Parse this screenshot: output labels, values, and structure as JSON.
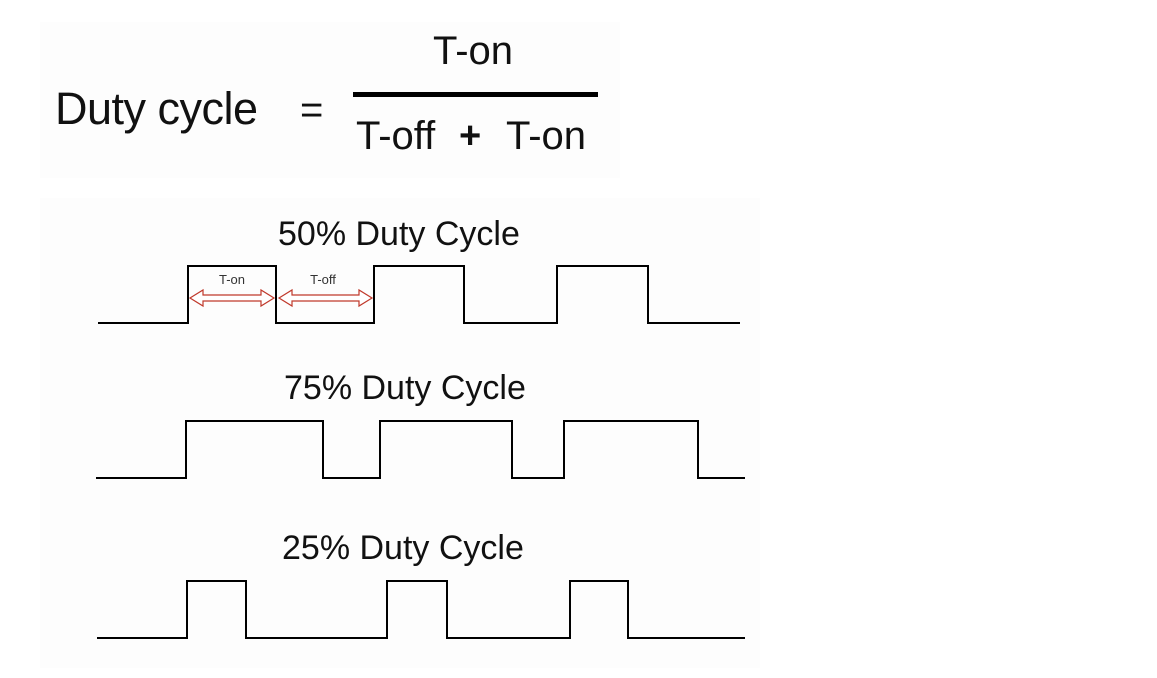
{
  "formula": {
    "lhs": "Duty cycle",
    "equals": "=",
    "numerator": "T-on",
    "denominator_left": "T-off",
    "denominator_op": "+",
    "denominator_right": "T-on"
  },
  "waveforms": [
    {
      "title": "50% Duty Cycle",
      "duty_percent": 50,
      "annotations": {
        "t_on_label": "T-on",
        "t_off_label": "T-off"
      }
    },
    {
      "title": "75% Duty Cycle",
      "duty_percent": 75
    },
    {
      "title": "25% Duty Cycle",
      "duty_percent": 25
    }
  ],
  "colors": {
    "signal": "#000000",
    "annotation_arrow": "#c0392b",
    "background": "#ffffff"
  }
}
